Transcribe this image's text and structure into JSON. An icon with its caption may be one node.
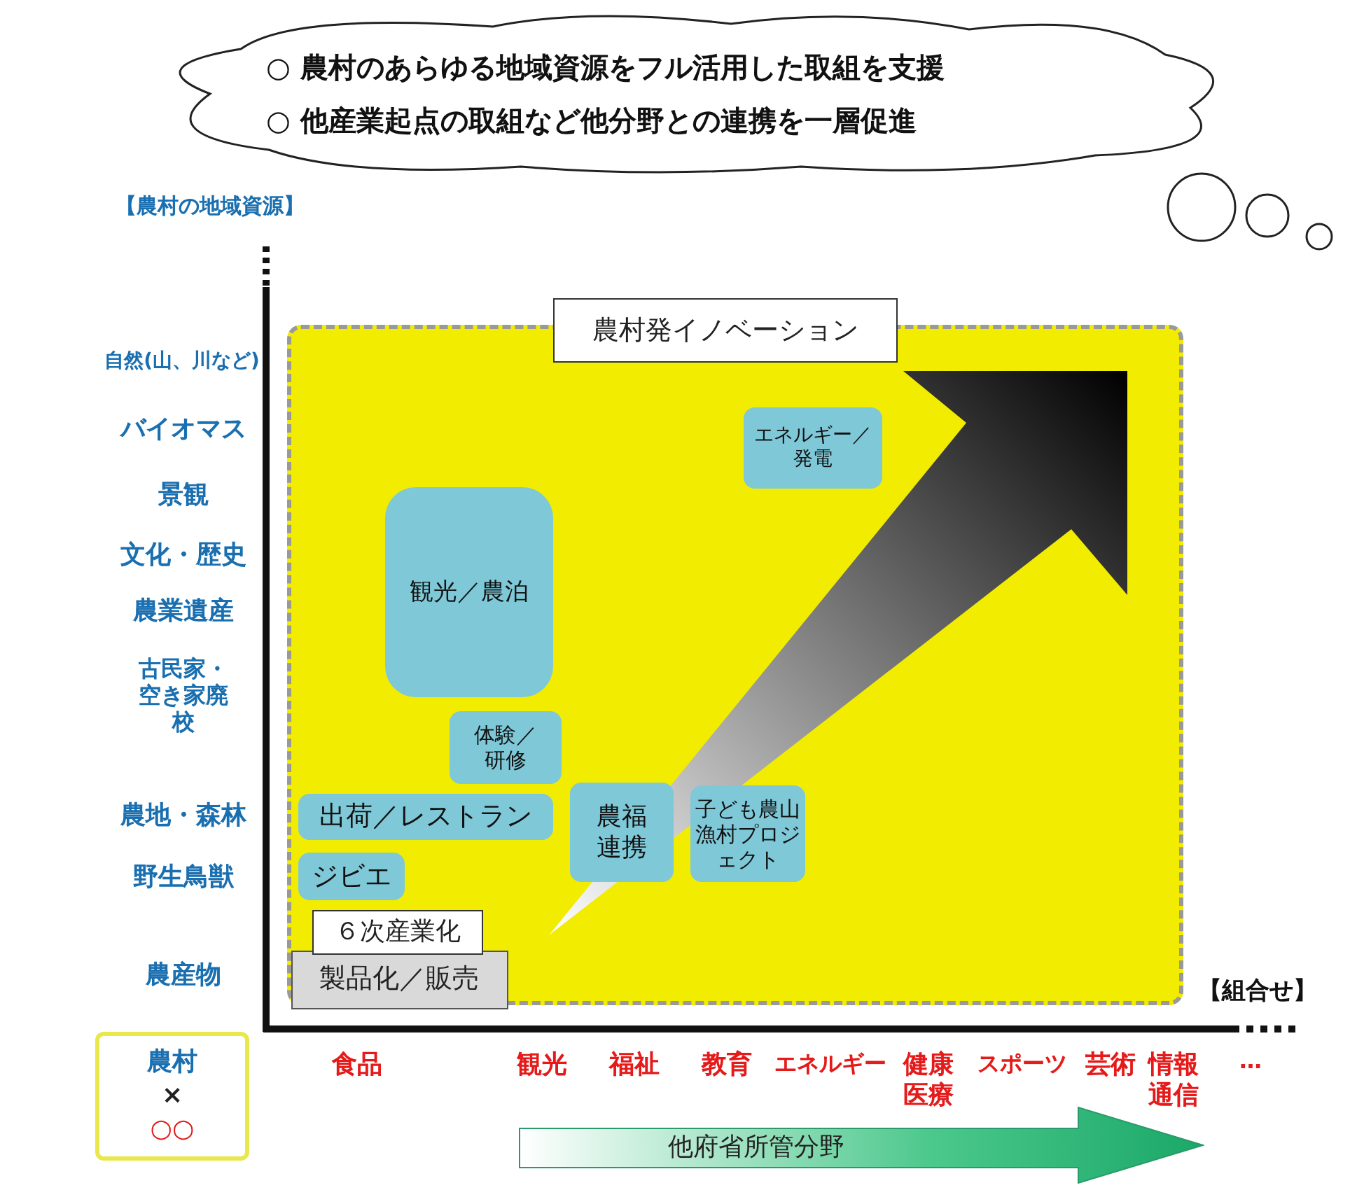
{
  "diagram": {
    "nodes": [
      {
        "text": [
          "○ 農村のあらゆる地域資源をフル活用した取組を支援",
          "○ 他産業起点の取組など他分野との連携を一層促進"
        ]
      },
      {
        "text": [
          "農村発イノベーション"
        ]
      },
      {
        "text": [
          "エネルギー／発電"
        ],
        "in": 1
      },
      {
        "text": [
          "観光／農泊"
        ],
        "in": 1
      },
      {
        "text": [
          "体験／研修"
        ],
        "in": 1
      },
      {
        "text": [
          "出荷／レストラン"
        ],
        "in": 1
      },
      {
        "text": [
          "農福連携"
        ],
        "in": 1
      },
      {
        "text": [
          "子ども農山漁村プロジェクト"
        ],
        "in": 1
      },
      {
        "text": [
          "ジビエ"
        ],
        "in": 1
      },
      {
        "text": [
          "６次産業化",
          "製品化／販売"
        ],
        "in": 1
      },
      {
        "text": [
          "農村",
          "×",
          "○○"
        ]
      },
      {
        "text": [
          "他府省所管分野"
        ]
      }
    ],
    "labels": [
      "【農村の地域資源】",
      "自然(山、川など)",
      "バイオマス",
      "景観",
      "文化・歴史",
      "農業遺産",
      "古民家・空き家廃校",
      "農地・森林",
      "野生鳥獣",
      "農産物",
      "【組合せ】",
      "食品",
      "観光",
      "福祉",
      "教育",
      "エネルギー",
      "健康医療",
      "スポーツ",
      "芸術",
      "情報通信",
      "…"
    ]
  }
}
